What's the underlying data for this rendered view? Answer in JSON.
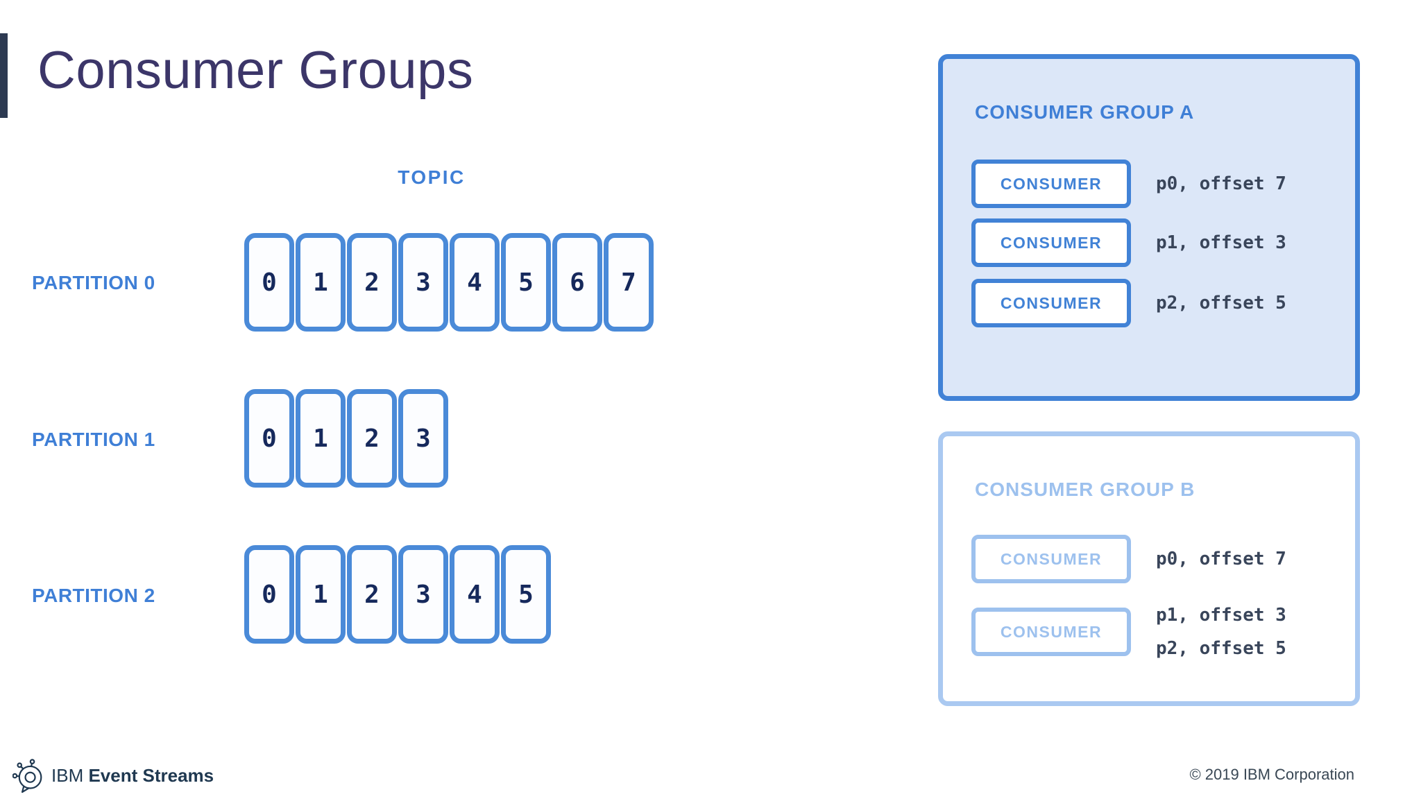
{
  "slide": {
    "title": "Consumer Groups"
  },
  "topic": {
    "label": "TOPIC"
  },
  "partitions": [
    {
      "label": "PARTITION 0",
      "cells": [
        "0",
        "1",
        "2",
        "3",
        "4",
        "5",
        "6",
        "7"
      ]
    },
    {
      "label": "PARTITION 1",
      "cells": [
        "0",
        "1",
        "2",
        "3"
      ]
    },
    {
      "label": "PARTITION 2",
      "cells": [
        "0",
        "1",
        "2",
        "3",
        "4",
        "5"
      ]
    }
  ],
  "groups": [
    {
      "title": "CONSUMER GROUP A",
      "consumers": [
        {
          "label": "CONSUMER",
          "offsets": [
            "p0, offset 7"
          ]
        },
        {
          "label": "CONSUMER",
          "offsets": [
            "p1, offset 3"
          ]
        },
        {
          "label": "CONSUMER",
          "offsets": [
            "p2, offset 5"
          ]
        }
      ]
    },
    {
      "title": "CONSUMER GROUP B",
      "consumers": [
        {
          "label": "CONSUMER",
          "offsets": [
            "p0, offset 7"
          ]
        },
        {
          "label": "CONSUMER",
          "offsets": [
            "p1, offset 3",
            "p2, offset 5"
          ]
        }
      ]
    }
  ],
  "footer": {
    "brand_prefix": "IBM",
    "brand_name": "Event Streams",
    "copyright": "© 2019 IBM Corporation",
    "logo_icon": "event-streams-bubble-icon"
  },
  "colors": {
    "blue": "#4182d6",
    "blue-border": "#4a8ad8",
    "blue-light": "#9dc1ee",
    "blue-light-border": "#aac9f1",
    "label-blue": "#3f7fd6",
    "fill-light": "#dce7f8",
    "cell-fill": "#fcfdff",
    "navy": "#16295c",
    "title": "#3c3669",
    "bar": "#2d3a52",
    "text-dark": "#39455a",
    "footer": "#1f3850",
    "copyright": "#394754"
  }
}
